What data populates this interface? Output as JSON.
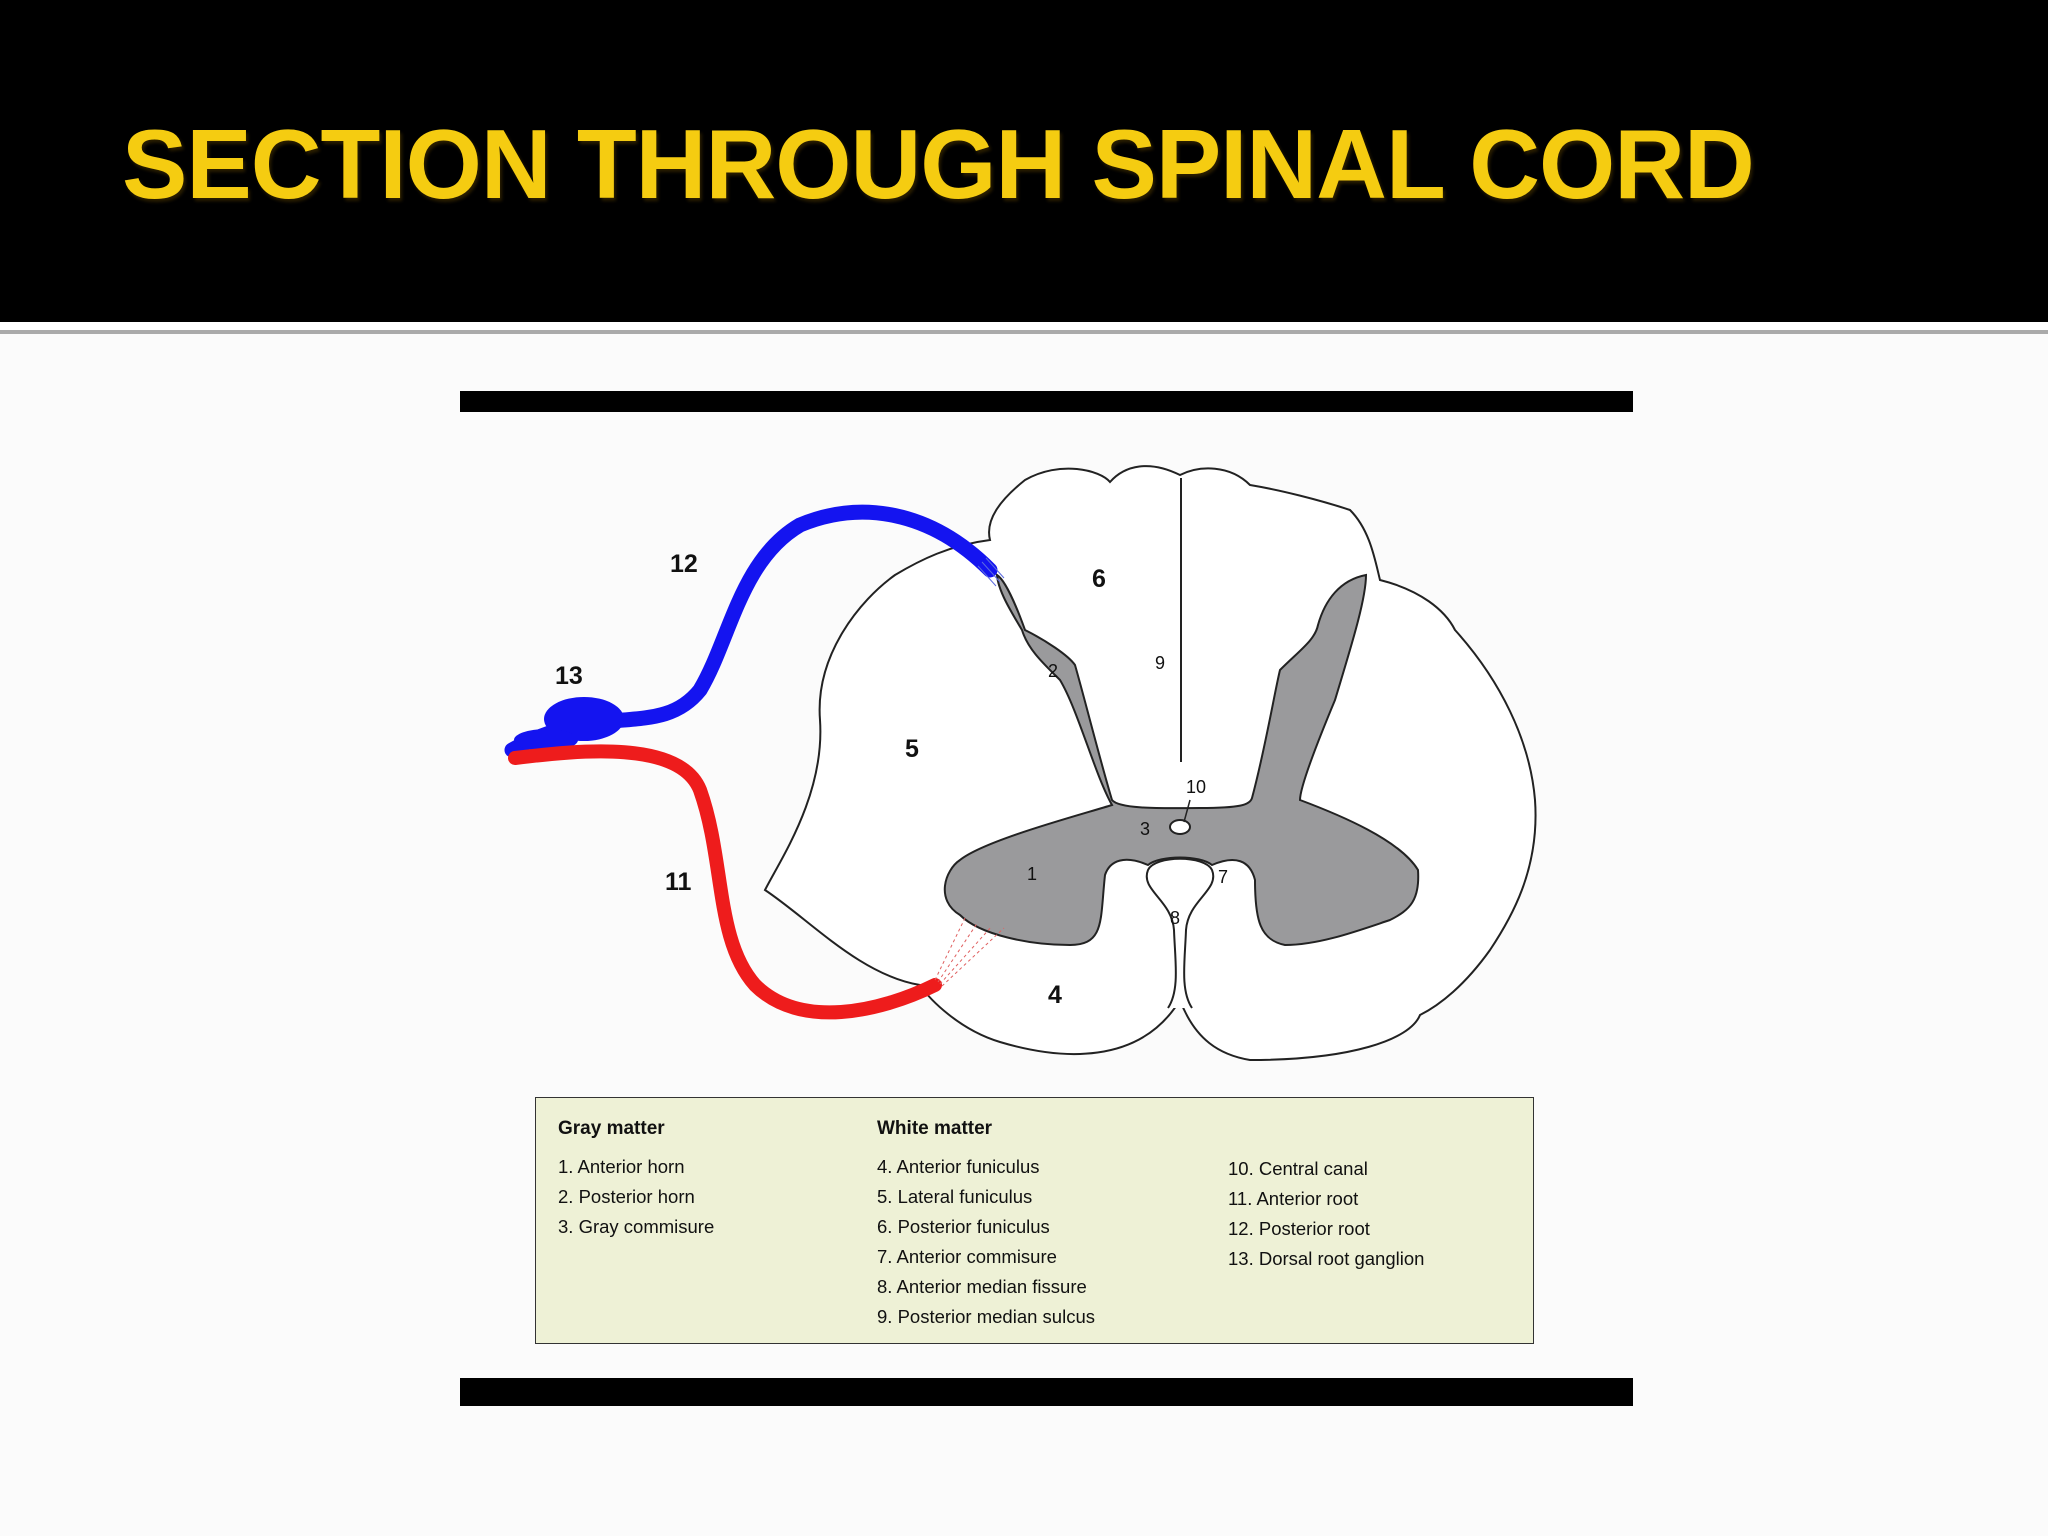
{
  "slide": {
    "title": "SECTION THROUGH SPINAL CORD"
  },
  "diagram": {
    "numbers": {
      "n1": "1",
      "n2": "2",
      "n3": "3",
      "n4": "4",
      "n5": "5",
      "n6": "6",
      "n7": "7",
      "n8": "8",
      "n9": "9",
      "n10": "10",
      "n11": "11",
      "n12": "12",
      "n13": "13"
    },
    "colors": {
      "gray_matter": "#9a9a9c",
      "posterior_root": "#1414f0",
      "anterior_root": "#ee1c1c",
      "legend_background": "#eef1d6",
      "title": "#f5cc11"
    }
  },
  "legend": {
    "gray_matter": {
      "heading": "Gray matter",
      "items": [
        "1. Anterior horn",
        "2. Posterior horn",
        "3. Gray commisure"
      ]
    },
    "white_matter": {
      "heading": "White matter",
      "items": [
        "4. Anterior funiculus",
        "5. Lateral funiculus",
        "6. Posterior funiculus",
        "7. Anterior commisure",
        "8. Anterior median fissure",
        "9. Posterior median sulcus"
      ]
    },
    "other": {
      "items": [
        "10. Central canal",
        "11. Anterior root",
        "12. Posterior root",
        "13. Dorsal root ganglion"
      ]
    }
  }
}
